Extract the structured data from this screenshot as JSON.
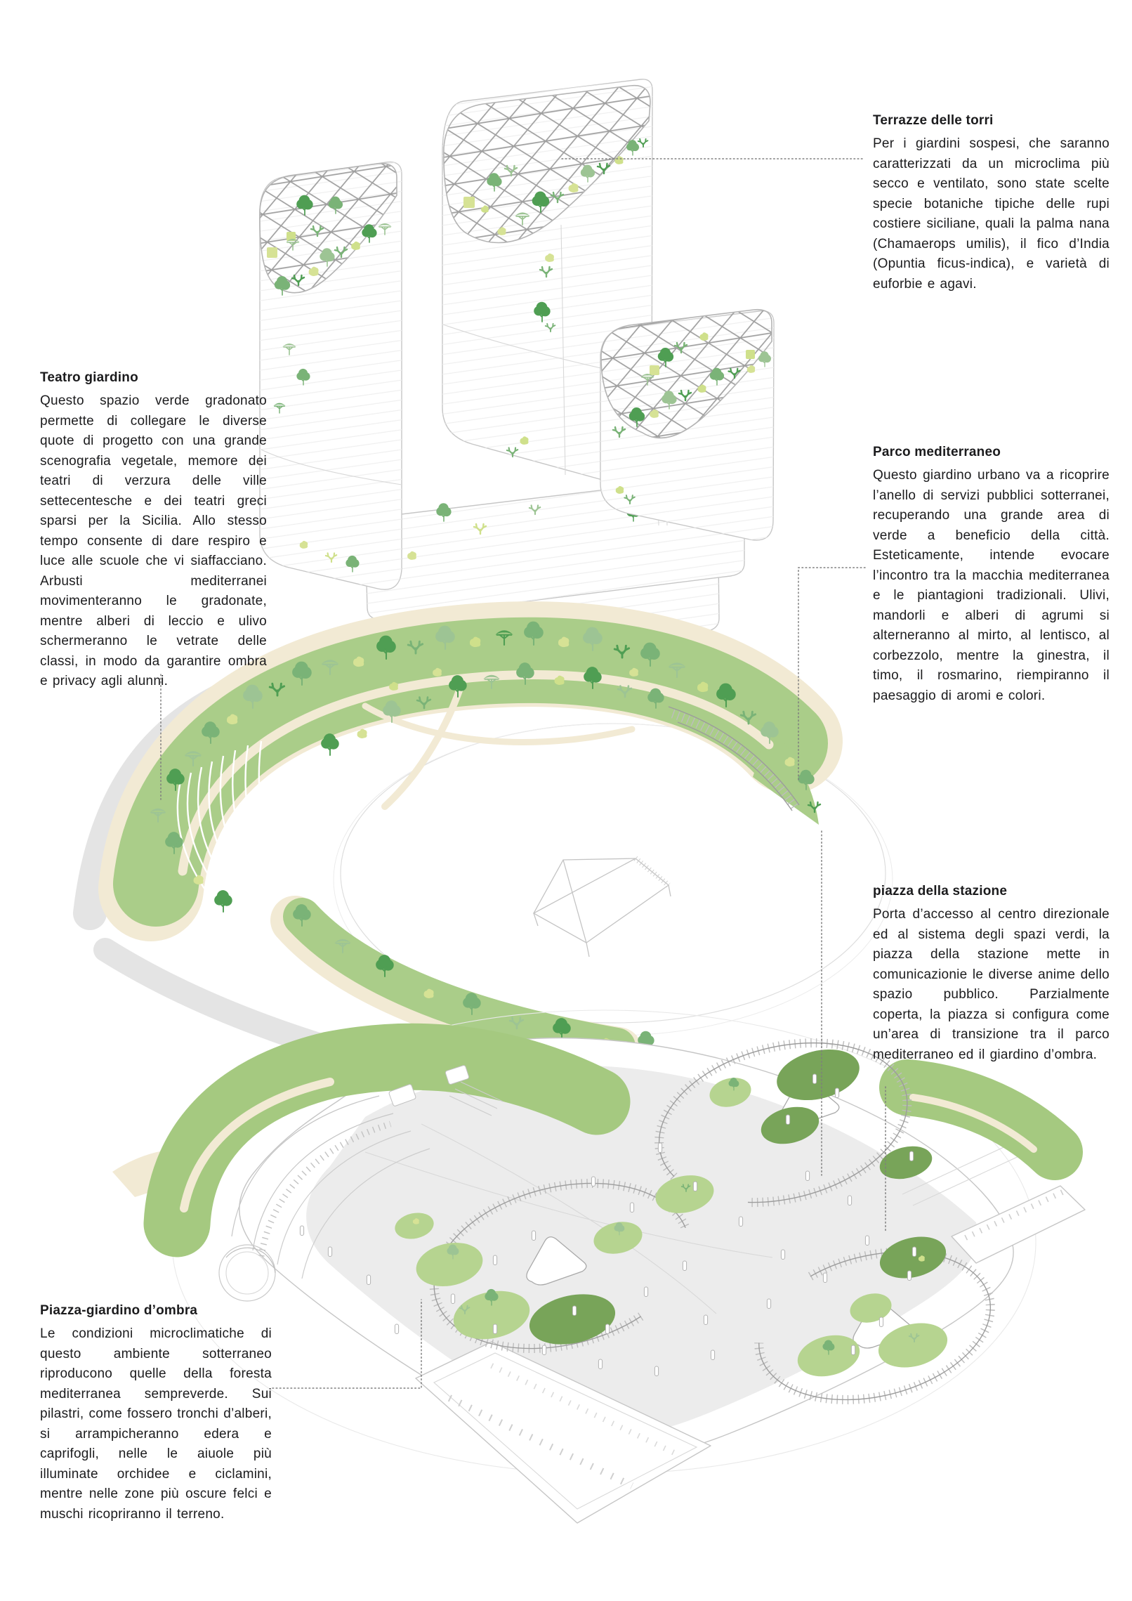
{
  "annotations": {
    "terrazze_delle_torri": {
      "heading": "Terrazze delle torri",
      "body": "Per i giardini sospesi, che saranno caratterizzati da un microclima più secco e ventilato, sono state scelte specie botaniche tipiche delle rupi costiere siciliane, quali la palma nana (Chamaerops umilis), il fico d’India (Opuntia ficus-indica), e varietà di euforbie e agavi."
    },
    "teatro_giardino": {
      "heading": "Teatro giardino",
      "body": "Questo spazio verde gradonato permette di collegare le diverse quote di progetto con una grande scenografia vegetale, memore dei teatri di verzura delle ville settecentesche e dei teatri greci sparsi per la Sicilia. Allo stesso tempo consente di dare respiro e luce alle scuole che vi siaffacciano. Arbusti mediterranei movimenteranno le gradonate, mentre alberi di leccio e ulivo schermeranno le vetrate delle classi, in modo da garantire ombra e privacy agli alunni."
    },
    "parco_mediterraneo": {
      "heading": "Parco mediterraneo",
      "body": "Questo giardino urbano va a ricoprire l’anello di servizi pubblici sotterranei, recuperando una grande area di verde a beneficio della città. Esteticamente, intende evocare l’incontro tra la macchia mediterranea e le piantagioni tradizionali. Ulivi, mandorli e alberi di agrumi si alterneranno al mirto, al lentisco, al corbezzolo, mentre la ginestra, il timo, il rosmarino, riempiranno il paesaggio di aromi e colori."
    },
    "piazza_della_stazione": {
      "heading": "piazza della stazione",
      "body": "Porta d’accesso al centro direzionale ed al sistema degli spazi verdi, la piazza della stazione mette in comunicazionie le diverse anime dello spazio pubblico. Parzialmente coperta, la piazza si configura come un’area di transizione tra il parco mediterraneo ed il giardino d’ombra."
    },
    "piazza_giardino_ombra": {
      "heading": "Piazza-giardino d’ombra",
      "body": "Le condizioni microclimatiche di questo ambiente sotterraneo riproducono quelle della foresta mediterranea sempreverde. Sui pilastri, come fossero tronchi d’alberi, si arrampicheranno edera e caprifogli, nelle le aiuole più illuminate orchidee e ciclamini, mentre nelle zone più oscure felci e muschi ricopriranno il terreno."
    }
  },
  "colors": {
    "leaf-dark": "#4f9e53",
    "leaf-mid": "#7ab377",
    "leaf-sage": "#9dc494",
    "leaf-light": "#d6e295",
    "leaf-yellow": "#cfe08b",
    "park-green": "#aacd89",
    "roof-green": "#a5c980",
    "island-green": "#b6d490",
    "island-dark": "#78a459",
    "path-beige": "#f2ead4",
    "shadow-gray": "#e4e4e4",
    "floor-gray": "#ececec",
    "line-gray": "#c6c6c6",
    "grid-gray": "#a2a2a2",
    "leader-gray": "#7e7e7e",
    "ink": "#1b1b1d"
  }
}
